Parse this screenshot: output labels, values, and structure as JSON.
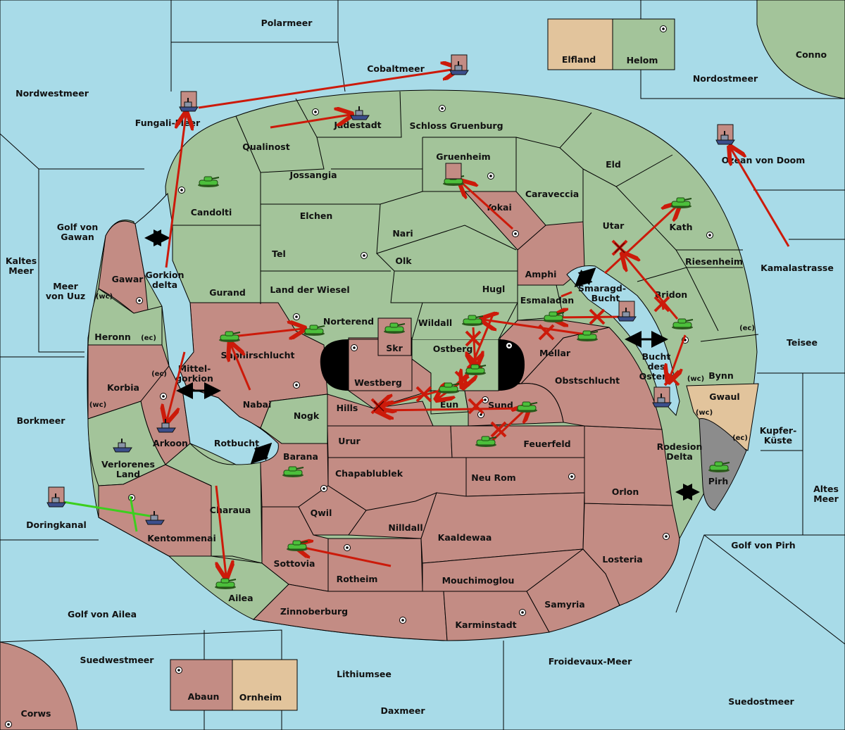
{
  "colors": {
    "sea": "#a8dbe8",
    "neutral_green": "#a3c49a",
    "power_red": "#c38c84",
    "power_tan": "#e2c49c",
    "power_grey": "#8c8c8c",
    "order_arrow": "#cc1a0a",
    "support_line": "#3ccf1e"
  },
  "icons": {
    "army": "tank-icon",
    "fleet": "ship-icon",
    "supply_center": "supply-center-icon",
    "failed_order": "x-mark-icon",
    "connection": "double-arrow-icon"
  },
  "seas": {
    "polarmeer": "Polarmeer",
    "cobaltmeer": "Cobaltmeer",
    "nordwestmeer": "Nordwestmeer",
    "fungali": "Fungali-Meer",
    "nordostmeer": "Nordostmeer",
    "ozean": "Ozean von Doom",
    "kaltes": "Kaltes\nMeer",
    "golf_gawan": "Golf von\nGawan",
    "meer_uuz": "Meer\nvon Uuz",
    "kamalastrasse": "Kamalastrasse",
    "teisee": "Teisee",
    "borkmeer": "Borkmeer",
    "kupfer": "Kupfer-\nKüste",
    "altes": "Altes\nMeer",
    "doringkanal": "Doringkanal",
    "golf_pirh": "Golf von Pirh",
    "golf_ailea": "Golf von Ailea",
    "suedwestmeer": "Suedwestmeer",
    "lithiumsee": "Lithiumsee",
    "froidevaux": "Froidevaux-Meer",
    "daxmeer": "Daxmeer",
    "suedostmeer": "Suedostmeer",
    "smaragd": "Smaragd-\nBucht",
    "bucht_ostens": "Bucht\ndes\nOstens",
    "rotbucht": "Rotbucht"
  },
  "lands": {
    "conno": "Conno",
    "elfland": "Elfland",
    "helom": "Helom",
    "jadestadt": "Jadestadt",
    "schloss": "Schloss Gruenburg",
    "qualinost": "Qualinost",
    "jossangia": "Jossangia",
    "gruenheim": "Gruenheim",
    "eld": "Eld",
    "caraveccia": "Caraveccia",
    "candolti": "Candolti",
    "elchen": "Elchen",
    "yokai": "Yokai",
    "nari": "Nari",
    "utar": "Utar",
    "kath": "Kath",
    "tel": "Tel",
    "olk": "Olk",
    "amphi": "Amphi",
    "riesenheim": "Riesenheim",
    "gawar": "Gawar",
    "gorkion": "Gorkion\ndelta",
    "gurand": "Gurand",
    "land_wiesel": "Land der Wiesel",
    "hugl": "Hugl",
    "esmaladan": "Esmaladan",
    "bridon": "Bridon",
    "heronn": "Heronn",
    "norterend": "Norterend",
    "wildall": "Wildall",
    "saphir": "Saphirschlucht",
    "skr": "Skr",
    "ostberg": "Ostberg",
    "mellar": "Mellar",
    "bynn": "Bynn",
    "korbia": "Korbia",
    "mittel": "Mittel-\ngorkion",
    "westberg": "Westberg",
    "obst": "Obstschlucht",
    "gwaul": "Gwaul",
    "nabai": "Nabai",
    "hills": "Hills",
    "eun": "Eun",
    "sund": "Sund",
    "nogk": "Nogk",
    "arkoon": "Arkoon",
    "urur": "Urur",
    "feuerfeld": "Feuerfeld",
    "verloren": "Verlorenes\nLand",
    "barana": "Barana",
    "rodesion": "Rodesion\nDelta",
    "chapa": "Chapablublek",
    "neu_rom": "Neu Rom",
    "pirh": "Pirh",
    "charaua": "Charaua",
    "orlon": "Orlon",
    "qwil": "Qwil",
    "nilldall": "Nilldall",
    "kentommenai": "Kentommenai",
    "kaaldewaa": "Kaaldewaa",
    "sottovia": "Sottovia",
    "rotheim": "Rotheim",
    "losteria": "Losteria",
    "mouchi": "Mouchimoglou",
    "ailea": "Ailea",
    "samyria": "Samyria",
    "zinnober": "Zinnoberburg",
    "karminstadt": "Karminstadt",
    "abaun": "Abaun",
    "ornheim": "Ornheim",
    "corws": "Corws"
  },
  "coasts": {
    "wc": "(wc)",
    "ec": "(ec)"
  }
}
